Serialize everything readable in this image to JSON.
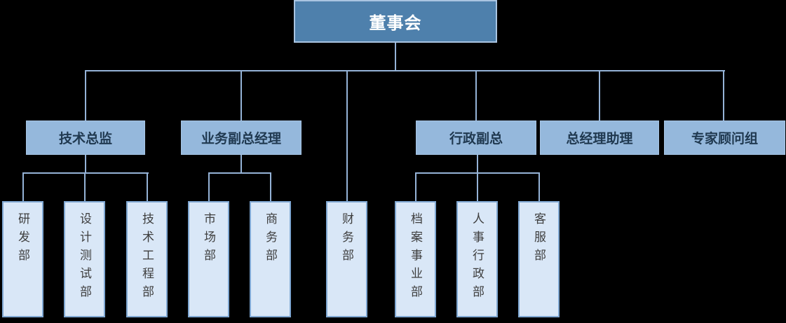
{
  "org": {
    "root": {
      "label": "董事会"
    },
    "level2": [
      {
        "label": "技术总监"
      },
      {
        "label": "业务副总经理"
      },
      {
        "label": "行政副总"
      },
      {
        "label": "总经理助理"
      },
      {
        "label": "专家顾问组"
      }
    ],
    "level3": [
      {
        "label": "研发部",
        "parent": "技术总监"
      },
      {
        "label": "设计测试部",
        "parent": "技术总监"
      },
      {
        "label": "技术工程部",
        "parent": "技术总监"
      },
      {
        "label": "市场部",
        "parent": "业务副总经理"
      },
      {
        "label": "商务部",
        "parent": "业务副总经理"
      },
      {
        "label": "财务部",
        "parent": "董事会"
      },
      {
        "label": "档案事业部",
        "parent": "行政副总"
      },
      {
        "label": "人事行政部",
        "parent": "行政副总"
      },
      {
        "label": "客服部",
        "parent": "行政副总"
      }
    ],
    "colors": {
      "level1_fill": "#4e80ac",
      "level1_border": "#a9c4e1",
      "level2_fill": "#95b8dc",
      "level2_text": "#203950",
      "level3_fill": "#d9e7f7",
      "level3_border": "#7fa7d2",
      "connector": "#95b3d7",
      "background": "#000000"
    }
  }
}
